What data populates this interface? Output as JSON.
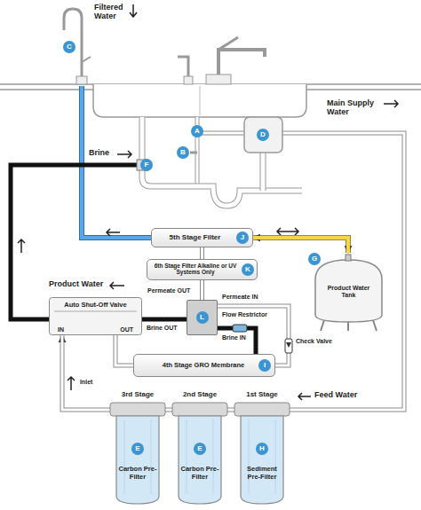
{
  "diagram": {
    "nodes": [
      {
        "text": [
          "5th Stage Filter",
          "J"
        ]
      },
      {
        "text": [
          "6th Stage Filter Alkaline or UV Systems Only",
          "K"
        ]
      },
      {
        "text": [
          "Product Water Tank",
          "G"
        ]
      },
      {
        "text": [
          "Auto Shut-Off Valve",
          "IN",
          "OUT"
        ]
      },
      {
        "text": [
          "L"
        ]
      },
      {
        "text": [
          "4th Stage GRO Membrane",
          "I"
        ]
      },
      {
        "text": [
          "3rd Stage",
          "E",
          "Carbon Pre-Filter"
        ]
      },
      {
        "text": [
          "2nd Stage",
          "E",
          "Carbon Pre-Filter"
        ]
      },
      {
        "text": [
          "1st Stage",
          "H",
          "Sediment Pre-Filter"
        ]
      }
    ],
    "edges": [
      {
        "from": 8,
        "to": 7,
        "arrow": "none"
      },
      {
        "from": 7,
        "to": 6,
        "arrow": "none"
      },
      {
        "from": 6,
        "to": 3,
        "arrow": "to"
      },
      {
        "from": 3,
        "to": 5,
        "arrow": "none"
      },
      {
        "from": 5,
        "to": 4,
        "arrow": "none"
      },
      {
        "from": 5,
        "to": 4,
        "arrow": "none"
      },
      {
        "from": 4,
        "to": 3,
        "arrow": "none"
      },
      {
        "from": 4,
        "to": 1,
        "arrow": "none"
      },
      {
        "from": 1,
        "to": 0,
        "arrow": "none"
      },
      {
        "from": 2,
        "to": 0,
        "arrow": "both"
      }
    ],
    "labels": [
      "Filtered Water",
      "C",
      "A",
      "B",
      "Main Supply Water",
      "D",
      "Brine",
      "F",
      "Product Water",
      "Permeate OUT",
      "Permeate IN",
      "Check Valve",
      "Flow Restrictor",
      "Brine OUT",
      "Brine IN",
      "Inlet",
      "Feed Water"
    ]
  }
}
